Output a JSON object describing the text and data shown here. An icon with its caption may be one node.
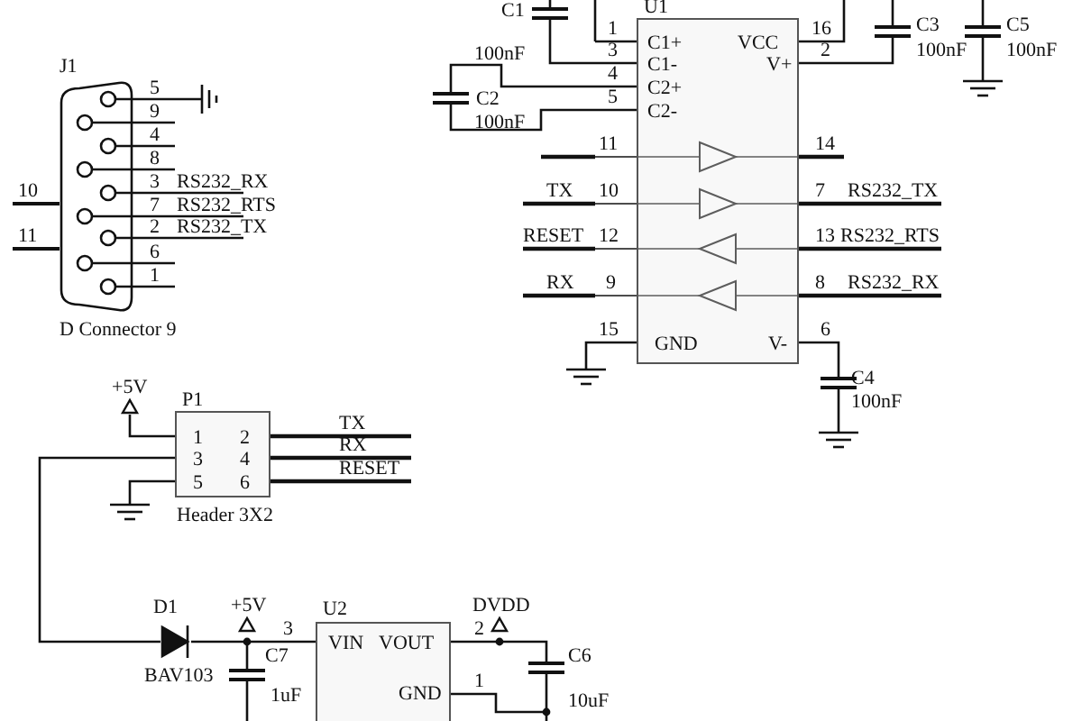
{
  "diagram": {
    "nodes": [
      {
        "text": [
          "J1",
          "5",
          "9",
          "4",
          "8",
          "3",
          "7",
          "2",
          "6",
          "1",
          "D Connector 9"
        ],
        "beside": [
          "10",
          "RS232_RX",
          "RS232_RTS",
          "11",
          "RS232_TX"
        ]
      },
      {
        "text": [
          "U1",
          "C1+",
          "C1-",
          "C2+",
          "C2-",
          "VCC",
          "V+",
          "GND",
          "V-"
        ],
        "beside": [
          "1",
          "3",
          "4",
          "5",
          "16",
          "2",
          "11",
          "14",
          "TX",
          "10",
          "7",
          "RS232_TX",
          "RESET",
          "12",
          "13",
          "RS232_RTS",
          "RX",
          "9",
          "8",
          "RS232_RX",
          "15",
          "6"
        ]
      },
      {
        "text": [
          "+5V"
        ]
      },
      {
        "text": [
          "P1",
          "1",
          "2",
          "3",
          "4",
          "5",
          "6",
          "Header 3X2"
        ],
        "beside": [
          "TX",
          "RX",
          "RESET"
        ]
      },
      {
        "text": [
          "D1",
          "BAV103"
        ]
      },
      {
        "text": [
          "U2",
          "VIN",
          "VOUT",
          "GND"
        ],
        "beside": [
          "3",
          "2",
          "1"
        ]
      }
    ],
    "edges": [
      {
        "from": 2,
        "to": 3,
        "arrow": "none"
      },
      {
        "from": 3,
        "to": 4,
        "arrow": "none"
      },
      {
        "from": 4,
        "to": 5,
        "arrow": "none"
      }
    ],
    "labels": [
      "C1",
      "100nF",
      "C3",
      "100nF",
      "C5",
      "100nF",
      "C2",
      "100nF",
      "C4",
      "100nF",
      "+5V",
      "C7",
      "1uF",
      "DVDD",
      "C6",
      "10uF"
    ]
  }
}
